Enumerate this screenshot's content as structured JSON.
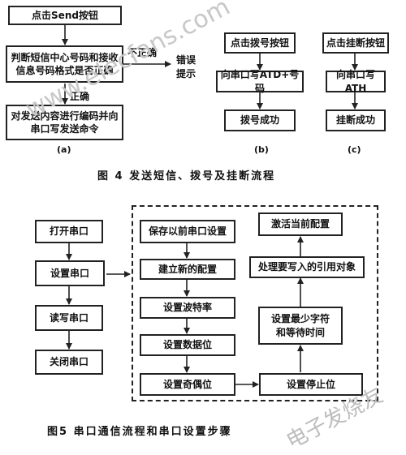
{
  "fig4": {
    "a": {
      "btn": "点击Send按钮",
      "check": "判断短信中心号码和接收\n信息号码格式是否正确",
      "correct": "正确",
      "incorrect": "不正确",
      "error": "错误\n提示",
      "encode": "对发送内容进行编码并向\n串口写发送命令",
      "sub": "(a)"
    },
    "b": {
      "btn": "点击拨号按钮",
      "write": "向串口写ATD+号码",
      "ok": "拨号成功",
      "sub": "(b)"
    },
    "c": {
      "btn": "点击挂断按钮",
      "write": "向串口写ATH",
      "ok": "挂断成功",
      "sub": "(c)"
    },
    "caption": "图 4  发送短信、拨号及挂断流程"
  },
  "fig5": {
    "left": [
      "打开串口",
      "设置串口",
      "读写串口",
      "关闭串口"
    ],
    "mid": [
      "保存以前串口设置",
      "建立新的配置",
      "设置波特率",
      "设置数据位",
      "设置奇偶位"
    ],
    "right": [
      "设置停止位",
      "设置最少字符\n和等待时间",
      "处理要写入的引用对象",
      "激活当前配置"
    ],
    "caption": "图5  串口通信流程和串口设置步骤"
  },
  "watermarks": {
    "site": "www.elecfans.com",
    "brand": "电子发烧友"
  }
}
